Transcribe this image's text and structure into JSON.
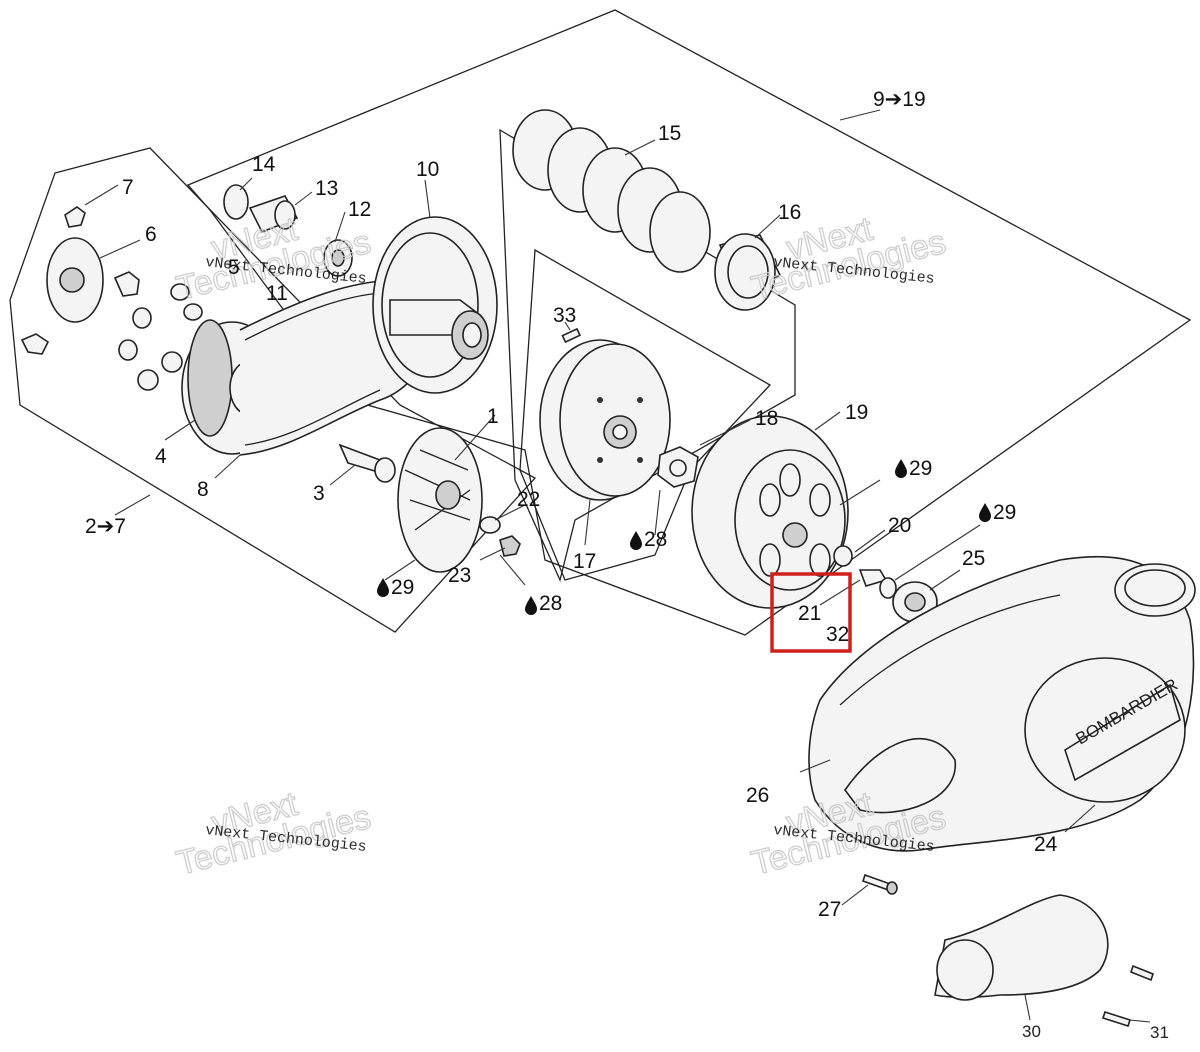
{
  "watermark": {
    "line1": "vNext Technologies",
    "line2a": "vNext",
    "line2b": "Technologies"
  },
  "labels": {
    "p1": "1",
    "p2_7": "2➔7",
    "p3": "3",
    "p4": "4",
    "p5": "5",
    "p6": "6",
    "p7": "7",
    "p8": "8",
    "p9_19": "9➔19",
    "p10": "10",
    "p11": "11",
    "p12": "12",
    "p13": "13",
    "p14": "14",
    "p15": "15",
    "p16": "16",
    "p17": "17",
    "p18": "18",
    "p19": "19",
    "p20": "20",
    "p21": "21",
    "p22": "22",
    "p23": "23",
    "p24": "24",
    "p25": "25",
    "p26": "26",
    "p27": "27",
    "p28a": "28",
    "p28b": "28",
    "p29a": "29",
    "p29b": "29",
    "p29c": "29",
    "p30": "30",
    "p31": "31",
    "p32": "32",
    "p33": "33"
  },
  "brand_on_cover": "BOMBARDIER",
  "highlight": {
    "color": "#d0201c"
  }
}
